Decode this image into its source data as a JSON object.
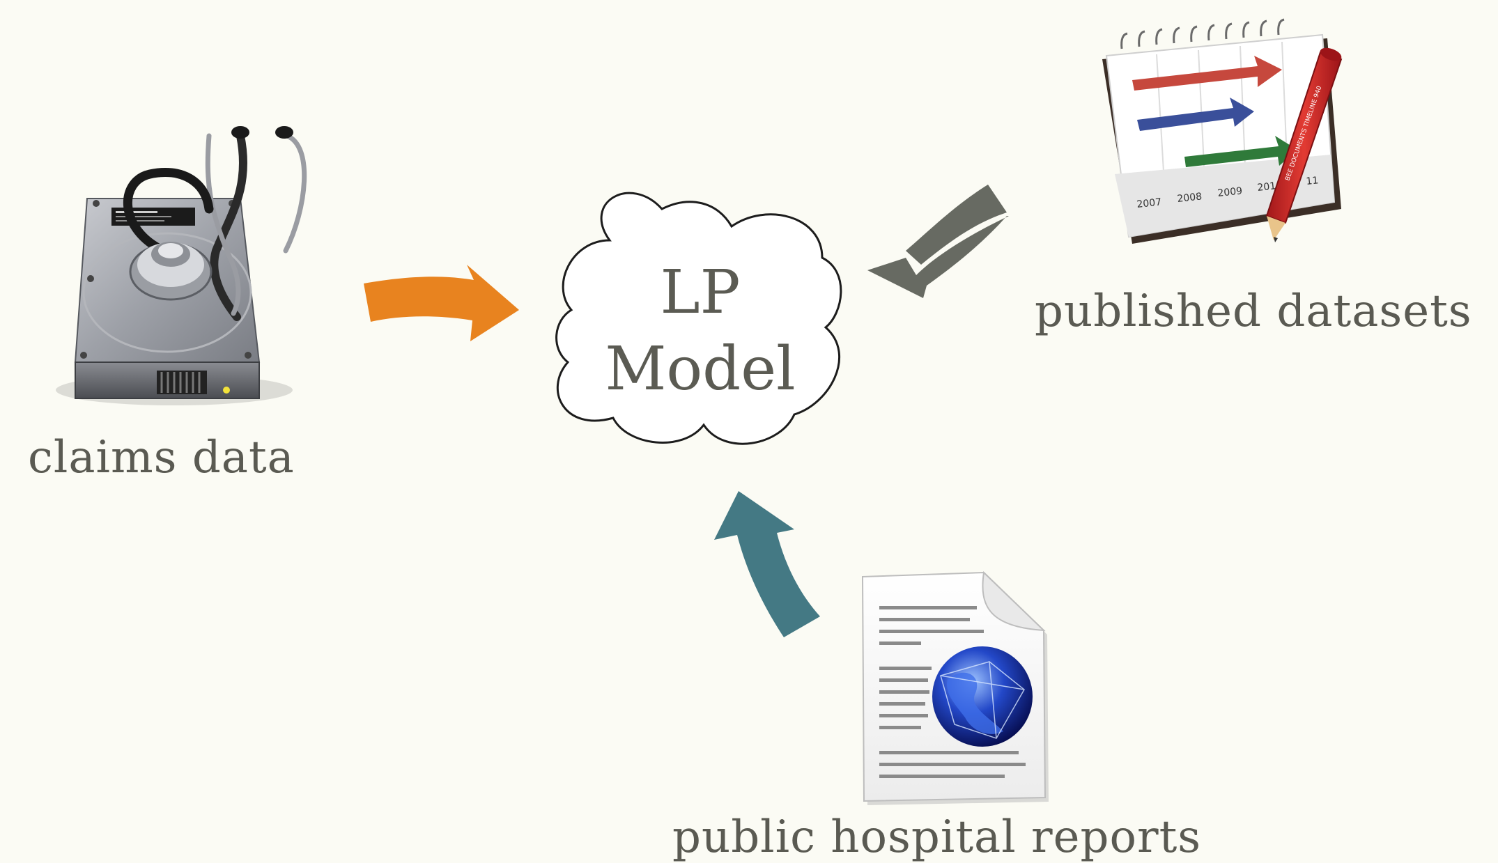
{
  "center": {
    "line1": "LP",
    "line2": "Model"
  },
  "sources": {
    "claims": {
      "label": "claims data",
      "icon": "hard-drive-stethoscope-icon",
      "arrow_color": "#e8831f"
    },
    "published": {
      "label": "published datasets",
      "icon": "timeline-notebook-icon",
      "arrow_color": "#676a62"
    },
    "reports": {
      "label": "public hospital reports",
      "icon": "web-document-icon",
      "arrow_color": "#447984"
    }
  },
  "notebook_years": [
    "2007",
    "2008",
    "2009",
    "201",
    "11"
  ],
  "pencil_text": "BEE DOCUMENTS TIMELINE 940"
}
